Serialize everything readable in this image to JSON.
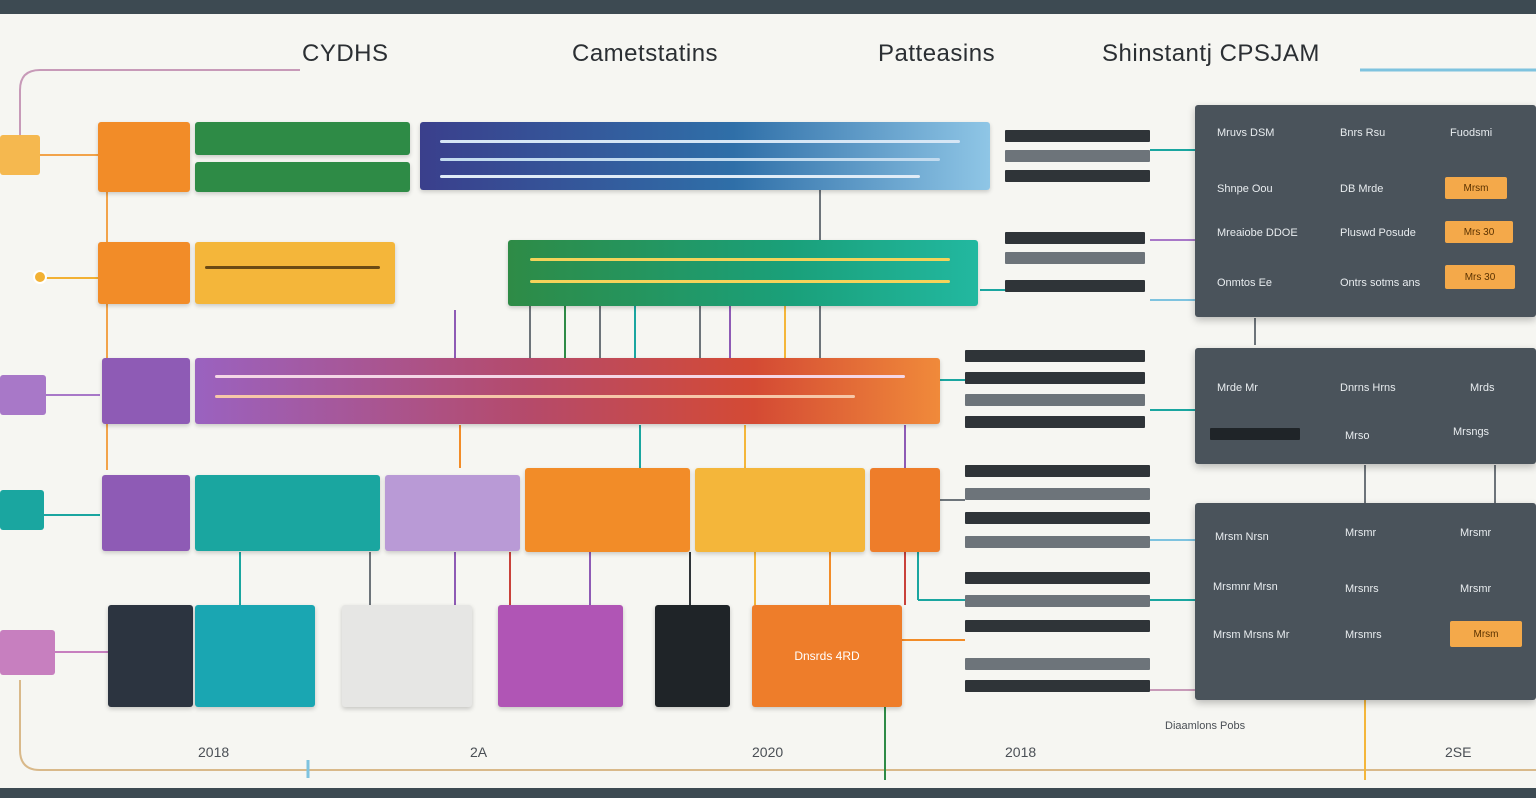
{
  "header": {
    "titles": [
      "CYDHS",
      "Cametstatins",
      "Patteasins",
      "Shinstantj CPSJAM"
    ]
  },
  "footer": {
    "labels": [
      "2018",
      "2A",
      "2020",
      "2018",
      "2SE"
    ]
  },
  "left_nodes": [
    "",
    "",
    "",
    "",
    ""
  ],
  "boxes": {
    "row1_tab": "",
    "row2_tab": "",
    "row3_tab": "",
    "row4_tab": "",
    "row5_node": "Dnsrds 4RD"
  },
  "panel_top": {
    "rows": [
      [
        "Mruvs DSM",
        "Bnrs Rsu",
        "Fuodsmi"
      ],
      [
        "Shnpe Oou",
        "DB Mrde",
        "Mrsm"
      ],
      [
        "Mreaiobe DDOE",
        "Pluswd Posude",
        "Mrs 30"
      ],
      [
        "Onmtos Ee",
        "Ontrs sotms ans",
        "Mrs 30"
      ]
    ]
  },
  "panel_mid": {
    "rows": [
      [
        "Mrde Mr",
        "Dnrns Hrns",
        "Mrds"
      ],
      [
        "",
        "Mrso",
        "Mrsngs"
      ]
    ]
  },
  "panel_bottom": {
    "rows": [
      [
        "Mrsm Nrsn",
        "Mrsmr",
        "Mrsmr"
      ],
      [
        "Mrsmnr Mrsn",
        "Mrsnrs",
        "Mrsmr"
      ],
      [
        "Mrsm Mrsns Mr",
        "Mrsmrs",
        "Mrsm"
      ]
    ],
    "caption": "Diaamlons Pobs"
  },
  "colors": {
    "orange": "#f28c28",
    "green": "#2e8b46",
    "teal": "#1aa6a0",
    "purple": "#8e5bb5",
    "red": "#c9413a",
    "yellow": "#f4b63a",
    "blue": "#2f6fa8",
    "panel": "#4a535b"
  }
}
